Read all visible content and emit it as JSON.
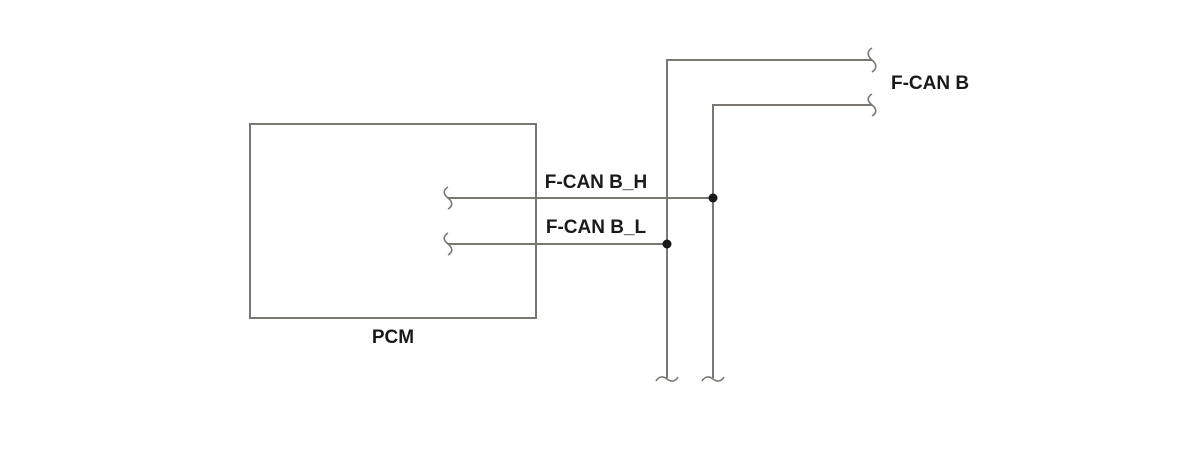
{
  "diagram": {
    "module_label": "PCM",
    "bus_label": "F-CAN B",
    "wire_high_label": "F-CAN B_H",
    "wire_low_label": "F-CAN B_L"
  },
  "colors": {
    "line": "#7a7672",
    "text": "#1a1a1a",
    "junction": "#1a1a1a"
  }
}
